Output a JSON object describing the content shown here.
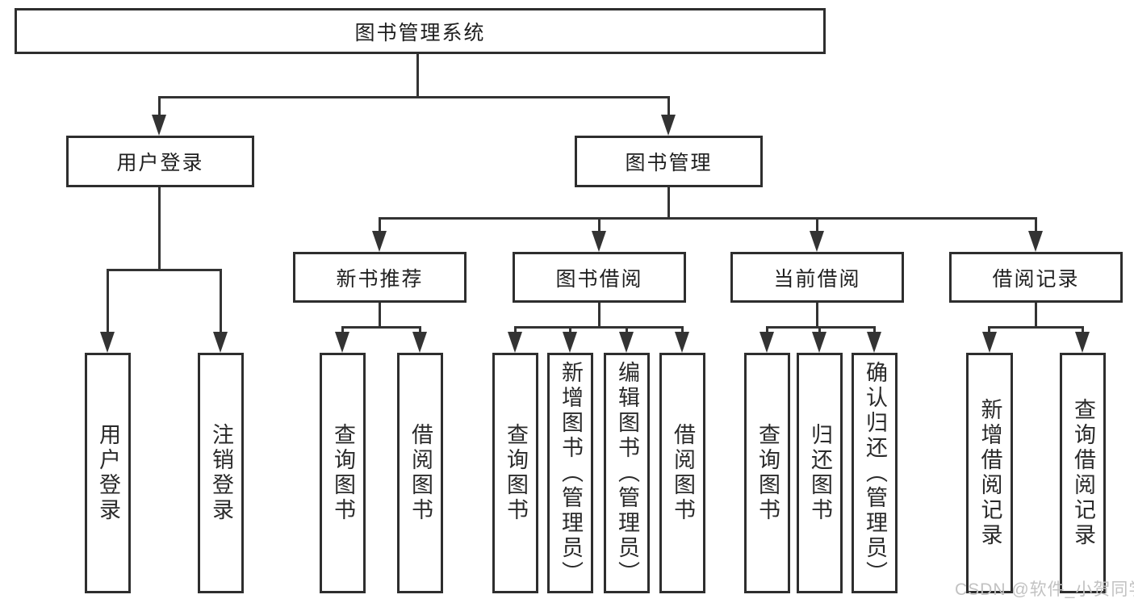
{
  "diagram": {
    "root": {
      "label": "图书管理系统"
    },
    "user_login": {
      "label": "用户登录",
      "children": [
        "用户登录",
        "注销登录"
      ]
    },
    "book_mgmt": {
      "label": "图书管理",
      "children": [
        {
          "label": "新书推荐",
          "children": [
            "查询图书",
            "借阅图书"
          ]
        },
        {
          "label": "图书借阅",
          "children": [
            "查询图书",
            "新增图书（管理员）",
            "编辑图书（管理员）",
            "借阅图书"
          ]
        },
        {
          "label": "当前借阅",
          "children": [
            "查询图书",
            "归还图书",
            "确认归还（管理员）"
          ]
        },
        {
          "label": "借阅记录",
          "children": [
            "新增借阅记录",
            "查询借阅记录"
          ]
        }
      ]
    },
    "watermark": "CSDN @软件_小贺同学",
    "colors": {
      "line": "#333333",
      "border": "#2e2e2e",
      "text": "#1f1f1f",
      "watermark": "#c2c2c2",
      "background": "#ffffff"
    }
  }
}
